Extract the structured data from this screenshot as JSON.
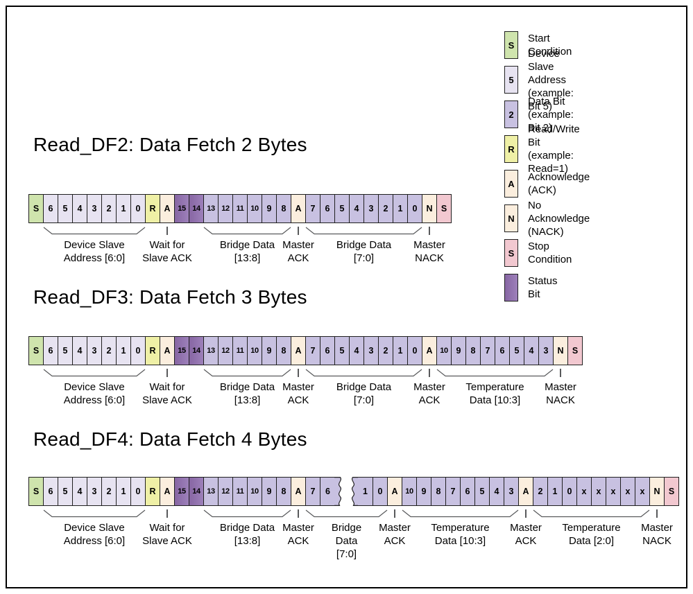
{
  "colors": {
    "start": "#cfe4ad",
    "address": "#e7e3f1",
    "data": "#c8c1e1",
    "status_dark": "#8766a3",
    "status_light": "#9d80ba",
    "read_write": "#eff0a6",
    "ack": "#fbeede",
    "stop": "#f2c8d0",
    "cell_border": "#1f1f1f",
    "brace": "#58595b"
  },
  "legend": {
    "items": [
      {
        "swatch": "S",
        "kind": "start",
        "label": "Start Condition"
      },
      {
        "swatch": "5",
        "kind": "address",
        "label": "Device Slave Address\n(example: Bit 5)"
      },
      {
        "swatch": "2",
        "kind": "data",
        "label": "Data Bit\n(example: Bit 2)"
      },
      {
        "swatch": "R",
        "kind": "read_write",
        "label": "Read/Write Bit\n(example: Read=1)"
      },
      {
        "swatch": "A",
        "kind": "ack",
        "label": "Acknowledge (ACK)"
      },
      {
        "swatch": "N",
        "kind": "ack",
        "label": "No Acknowledge\n(NACK)"
      },
      {
        "swatch": "S",
        "kind": "stop",
        "label": "Stop Condition"
      },
      {
        "swatch": "",
        "kind": "status",
        "label": "Status Bit"
      }
    ]
  },
  "sections": [
    {
      "title": "Read_DF2: Data Fetch 2 Bytes",
      "cells": [
        "S:start",
        "6:address",
        "5:address",
        "4:address",
        "3:address",
        "2:address",
        "1:address",
        "0:address",
        "R:read_write",
        "A:ack",
        "15:status",
        "14:status",
        "13:data",
        "12:data",
        "11:data",
        "10:data",
        "9:data",
        "8:data",
        "A:ack",
        "7:data",
        "6:data",
        "5:data",
        "4:data",
        "3:data",
        "2:data",
        "1:data",
        "0:data",
        "N:ack",
        "S:stop"
      ],
      "groups": [
        {
          "label": "Device Slave\nAddress [6:0]",
          "start": 1,
          "end": 7,
          "shape": "brace"
        },
        {
          "label": "Wait for\nSlave ACK",
          "start": 9,
          "end": 9,
          "shape": "tick"
        },
        {
          "label": "Bridge Data\n[13:8]",
          "start": 12,
          "end": 17,
          "shape": "brace"
        },
        {
          "label": "Master\nACK",
          "start": 18,
          "end": 18,
          "shape": "tick"
        },
        {
          "label": "Bridge Data\n[7:0]",
          "start": 19,
          "end": 26,
          "shape": "brace"
        },
        {
          "label": "Master\nNACK",
          "start": 27,
          "end": 27,
          "shape": "tick"
        }
      ]
    },
    {
      "title": "Read_DF3: Data Fetch 3 Bytes",
      "cells": [
        "S:start",
        "6:address",
        "5:address",
        "4:address",
        "3:address",
        "2:address",
        "1:address",
        "0:address",
        "R:read_write",
        "A:ack",
        "15:status",
        "14:status",
        "13:data",
        "12:data",
        "11:data",
        "10:data",
        "9:data",
        "8:data",
        "A:ack",
        "7:data",
        "6:data",
        "5:data",
        "4:data",
        "3:data",
        "2:data",
        "1:data",
        "0:data",
        "A:ack",
        "10:data",
        "9:data",
        "8:data",
        "7:data",
        "6:data",
        "5:data",
        "4:data",
        "3:data",
        "N:ack",
        "S:stop"
      ],
      "groups": [
        {
          "label": "Device Slave\nAddress [6:0]",
          "start": 1,
          "end": 7,
          "shape": "brace"
        },
        {
          "label": "Wait for\nSlave ACK",
          "start": 9,
          "end": 9,
          "shape": "tick"
        },
        {
          "label": "Bridge Data\n[13:8]",
          "start": 12,
          "end": 17,
          "shape": "brace"
        },
        {
          "label": "Master\nACK",
          "start": 18,
          "end": 18,
          "shape": "tick"
        },
        {
          "label": "Bridge Data\n[7:0]",
          "start": 19,
          "end": 26,
          "shape": "brace"
        },
        {
          "label": "Master\nACK",
          "start": 27,
          "end": 27,
          "shape": "tick"
        },
        {
          "label": "Temperature\nData [10:3]",
          "start": 28,
          "end": 35,
          "shape": "brace"
        },
        {
          "label": "Master\nNACK",
          "start": 36,
          "end": 36,
          "shape": "tick"
        }
      ]
    },
    {
      "title": "Read_DF4: Data Fetch 4 Bytes",
      "cells": [
        "S:start",
        "6:address",
        "5:address",
        "4:address",
        "3:address",
        "2:address",
        "1:address",
        "0:address",
        "R:read_write",
        "A:ack",
        "15:status",
        "14:status",
        "13:data",
        "12:data",
        "11:data",
        "10:data",
        "9:data",
        "8:data",
        "A:ack",
        "7:data",
        "6:data",
        ":break",
        "1:data",
        "0:data",
        "A:ack",
        "10:data",
        "9:data",
        "8:data",
        "7:data",
        "6:data",
        "5:data",
        "4:data",
        "3:data",
        "A:ack",
        "2:data",
        "1:data",
        "0:data",
        "x:data",
        "x:data",
        "x:data",
        "x:data",
        "x:data",
        "N:ack",
        "S:stop"
      ],
      "groups": [
        {
          "label": "Device Slave\nAddress [6:0]",
          "start": 1,
          "end": 7,
          "shape": "brace"
        },
        {
          "label": "Wait for\nSlave ACK",
          "start": 9,
          "end": 9,
          "shape": "tick"
        },
        {
          "label": "Bridge Data\n[13:8]",
          "start": 12,
          "end": 17,
          "shape": "brace"
        },
        {
          "label": "Master\nACK",
          "start": 18,
          "end": 18,
          "shape": "tick"
        },
        {
          "label": "Bridge\nData\n[7:0]",
          "start": 19,
          "end": 23,
          "shape": "brace"
        },
        {
          "label": "Master\nACK",
          "start": 24,
          "end": 24,
          "shape": "tick"
        },
        {
          "label": "Temperature\nData [10:3]",
          "start": 25,
          "end": 32,
          "shape": "brace"
        },
        {
          "label": "Master\nACK",
          "start": 33,
          "end": 33,
          "shape": "tick"
        },
        {
          "label": "Temperature\nData [2:0]",
          "start": 34,
          "end": 41,
          "shape": "brace"
        },
        {
          "label": "Master\nNACK",
          "start": 42,
          "end": 42,
          "shape": "tick"
        }
      ]
    }
  ]
}
